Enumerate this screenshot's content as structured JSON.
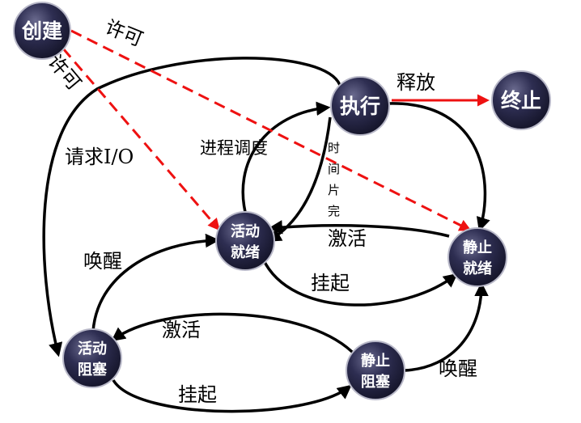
{
  "nodes": {
    "create": {
      "line1": "创建"
    },
    "execute": {
      "line1": "执行"
    },
    "terminate": {
      "line1": "终止"
    },
    "active_ready": {
      "line1": "活动",
      "line2": "就绪"
    },
    "static_ready": {
      "line1": "静止",
      "line2": "就绪"
    },
    "active_blocked": {
      "line1": "活动",
      "line2": "阻塞"
    },
    "static_blocked": {
      "line1": "静止",
      "line2": "阻塞"
    }
  },
  "edges": {
    "permit_static": "许可",
    "permit_active": "许可",
    "release": "释放",
    "request_io": "请求I/O",
    "schedule": "进程调度",
    "timeslice": [
      "时",
      "间",
      "片",
      "完"
    ],
    "activate_ready": "激活",
    "suspend_ready": "挂起",
    "wakeup_active": "唤醒",
    "activate_blocked": "激活",
    "suspend_blocked": "挂起",
    "wakeup_static": "唤醒"
  },
  "colors": {
    "node_fill": "#2c2c4e",
    "node_stroke": "#b8b8c8",
    "solid_arrow": "#000000",
    "dashed_arrow": "#ee1111",
    "release_arrow": "#ee1111"
  }
}
